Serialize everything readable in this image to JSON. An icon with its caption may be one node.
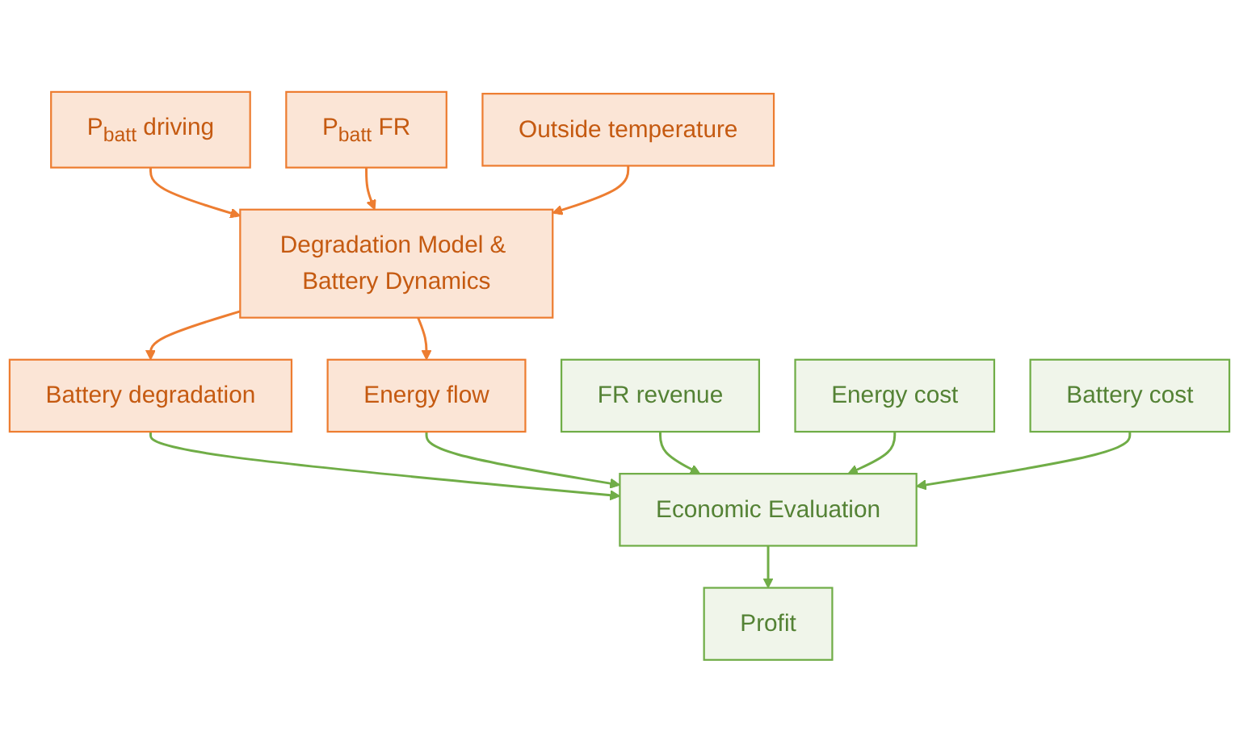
{
  "diagram": {
    "nodes": [
      {
        "text": [
          "P$_{batt}$ driving"
        ]
      },
      {
        "text": [
          "P$_{batt}$ FR"
        ]
      },
      {
        "text": [
          "Outside temperature"
        ]
      },
      {
        "text": [
          "Degradation Model & Battery Dynamics"
        ]
      },
      {
        "text": [
          "Battery degradation"
        ]
      },
      {
        "text": [
          "Energy flow"
        ]
      },
      {
        "text": [
          "FR revenue"
        ]
      },
      {
        "text": [
          "Energy cost"
        ]
      },
      {
        "text": [
          "Battery cost"
        ]
      },
      {
        "text": [
          "Economic Evaluation"
        ]
      },
      {
        "text": [
          "Profit"
        ]
      }
    ],
    "edges": [
      {
        "from": 0,
        "to": 3,
        "arrow": "to",
        "color": "#ed7d31"
      },
      {
        "from": 1,
        "to": 3,
        "arrow": "to",
        "color": "#ed7d31"
      },
      {
        "from": 2,
        "to": 3,
        "arrow": "to",
        "color": "#ed7d31"
      },
      {
        "from": 3,
        "to": 4,
        "arrow": "to",
        "color": "#ed7d31"
      },
      {
        "from": 3,
        "to": 5,
        "arrow": "to",
        "color": "#ed7d31"
      },
      {
        "from": 4,
        "to": 9,
        "arrow": "to"
      },
      {
        "from": 5,
        "to": 9,
        "arrow": "to"
      },
      {
        "from": 6,
        "to": 9,
        "arrow": "to"
      },
      {
        "from": 7,
        "to": 9,
        "arrow": "to"
      },
      {
        "from": 8,
        "to": 9,
        "arrow": "to"
      },
      {
        "from": 9,
        "to": 10,
        "arrow": "to"
      }
    ]
  }
}
